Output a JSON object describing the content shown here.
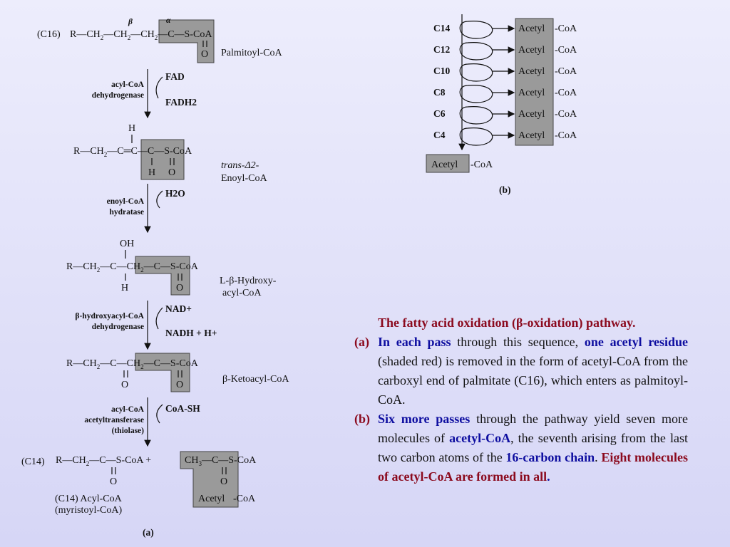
{
  "panel_a": {
    "c16_tag": "(C16)",
    "palmitoyl_label": "Palmitoyl-CoA",
    "beta_mark": "β",
    "alpha_mark": "α",
    "step1_enzyme_line1": "acyl-CoA",
    "step1_enzyme_line2": "dehydrogenase",
    "step1_in": "FAD",
    "step1_out": "FADH2",
    "enoyl_label_line1": "trans-Δ2-",
    "enoyl_label_line2": "Enoyl-CoA",
    "step2_enzyme_line1": "enoyl-CoA",
    "step2_enzyme_line2": "hydratase",
    "step2_in": "H2O",
    "hydroxy_label_line1": "L-β-Hydroxy-",
    "hydroxy_label_line2": "acyl-CoA",
    "step3_enzyme_line1": "β-hydroxyacyl-CoA",
    "step3_enzyme_line2": "dehydrogenase",
    "step3_in": "NAD+",
    "step3_out": "NADH + H+",
    "keto_label": "β-Ketoacyl-CoA",
    "step4_enzyme_line1": "acyl-CoA",
    "step4_enzyme_line2": "acetyltransferase",
    "step4_enzyme_line3": "(thiolase)",
    "step4_in": "CoA-SH",
    "c14_tag": "(C14)",
    "c14_label_line1": "(C14) Acyl-CoA",
    "c14_label_line2": "(myristoyl-CoA)",
    "acetyl_box": "Acetyl",
    "coa_suffix": "-CoA",
    "panel_caption": "(a)"
  },
  "panel_b": {
    "rows": [
      {
        "chain": "C14",
        "product": "Acetyl",
        "suffix": "-CoA"
      },
      {
        "chain": "C12",
        "product": "Acetyl",
        "suffix": "-CoA"
      },
      {
        "chain": "C10",
        "product": "Acetyl",
        "suffix": "-CoA"
      },
      {
        "chain": "C8",
        "product": "Acetyl",
        "suffix": "-CoA"
      },
      {
        "chain": "C6",
        "product": "Acetyl",
        "suffix": "-CoA"
      },
      {
        "chain": "C4",
        "product": "Acetyl",
        "suffix": "-CoA"
      }
    ],
    "final_product": "Acetyl",
    "final_suffix": "-CoA",
    "panel_caption": "(b)"
  },
  "caption": {
    "title": "The fatty acid oxidation (β-oxidation) pathway.",
    "a_tag": "(a)",
    "a_part1": "In each pass",
    "a_part2": " through this sequence, ",
    "a_part3": "one acetyl residue",
    "a_part4": " (shaded red) is removed in the form of acetyl-CoA from the carboxyl end of palmitate (C16), which enters as palmitoyl-CoA.",
    "b_tag": "(b)",
    "b_part1": "Six more passes",
    "b_part2": " through the pathway yield seven more molecules of ",
    "b_part3": "acetyl-CoA",
    "b_part4": ", the seventh arising from the last two carbon atoms of the ",
    "b_part5": "16-carbon chain",
    "b_part6": ". ",
    "b_part7": "Eight molecules of acetyl-CoA are formed in all",
    "b_part8": "."
  }
}
